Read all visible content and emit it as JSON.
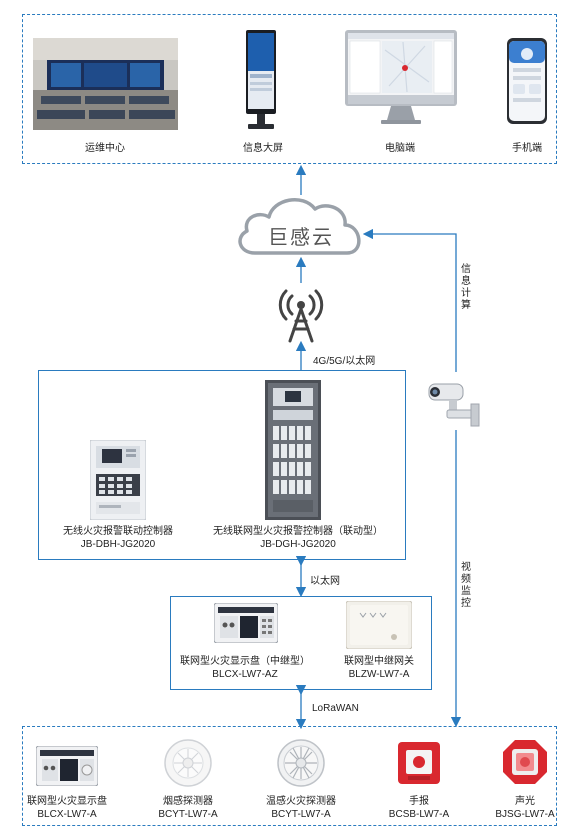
{
  "top_group": {
    "items": [
      {
        "label": "运维中心"
      },
      {
        "label": "信息大屏"
      },
      {
        "label": "电脑端"
      },
      {
        "label": "手机端"
      }
    ]
  },
  "cloud": {
    "label": "巨感云"
  },
  "edges": {
    "network": "4G/5G/以太网",
    "info_calc": "信息计算",
    "ethernet": "以太网",
    "video": "视频监控",
    "lora": "LoRaWAN"
  },
  "controllers": {
    "left": {
      "name": "无线火灾报警联动控制器",
      "model": "JB-DBH-JG2020"
    },
    "right": {
      "name": "无线联网型火灾报警控制器（联动型）",
      "model": "JB-DGH-JG2020"
    }
  },
  "relays": {
    "left": {
      "name": "联网型火灾显示盘（中继型）",
      "model": "BLCX-LW7-AZ"
    },
    "right": {
      "name": "联网型中继网关",
      "model": "BLZW-LW7-A"
    }
  },
  "devices": [
    {
      "name": "联网型火灾显示盘",
      "model": "BLCX-LW7-A"
    },
    {
      "name": "烟感探测器",
      "model": "BCYT-LW7-A"
    },
    {
      "name": "温感火灾探测器",
      "model": "BCYT-LW7-A"
    },
    {
      "name": "手报",
      "model": "BCSB-LW7-A"
    },
    {
      "name": "声光",
      "model": "BJSG-LW7-A"
    }
  ],
  "colors": {
    "line": "#2a7bbf",
    "alarm_red": "#d9282f"
  }
}
